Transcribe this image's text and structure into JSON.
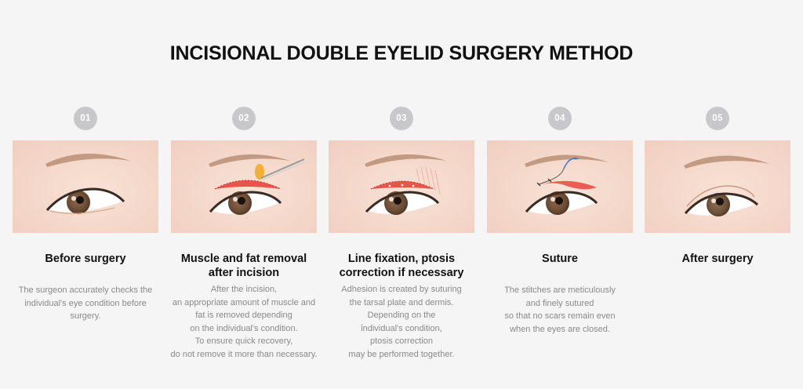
{
  "title": "INCISIONAL DOUBLE EYELID SURGERY METHOD",
  "colors": {
    "background": "#f5f5f5",
    "badge": "#c8c8ca",
    "title_text": "#111111",
    "desc_text": "#8a8a8a",
    "skin": "#f6d9cc",
    "incision_red": "#e8463c",
    "fat_yellow": "#f2b134",
    "suture_blue": "#3a7bd5"
  },
  "steps": [
    {
      "number": "01",
      "title_lines": [
        "Before surgery"
      ],
      "illustration": "eye-before-surgery",
      "description_lines": [
        "The surgeon accurately checks the",
        "individual's eye condition before",
        "surgery."
      ]
    },
    {
      "number": "02",
      "title_lines": [
        "Muscle and fat removal",
        "after incision"
      ],
      "illustration": "eye-incision-fat-removal",
      "description_lines": [
        "After the incision,",
        "an appropriate amount of muscle and",
        "fat is removed depending",
        "on the individual's condition.",
        "To ensure quick recovery,",
        "do not remove it more than necessary."
      ]
    },
    {
      "number": "03",
      "title_lines": [
        "Line fixation, ptosis",
        "correction if necessary"
      ],
      "illustration": "eye-line-fixation",
      "description_lines": [
        "Adhesion is created by suturing",
        "the tarsal plate and dermis.",
        "Depending on the",
        "individual's condition,",
        "ptosis correction",
        "may be performed together."
      ]
    },
    {
      "number": "04",
      "title_lines": [
        "Suture"
      ],
      "illustration": "eye-suture",
      "description_lines": [
        "The stitches are meticulously",
        "and finely sutured",
        "so that no scars remain even",
        "when the eyes are closed."
      ]
    },
    {
      "number": "05",
      "title_lines": [
        "After surgery"
      ],
      "illustration": "eye-after-surgery",
      "description_lines": []
    }
  ]
}
